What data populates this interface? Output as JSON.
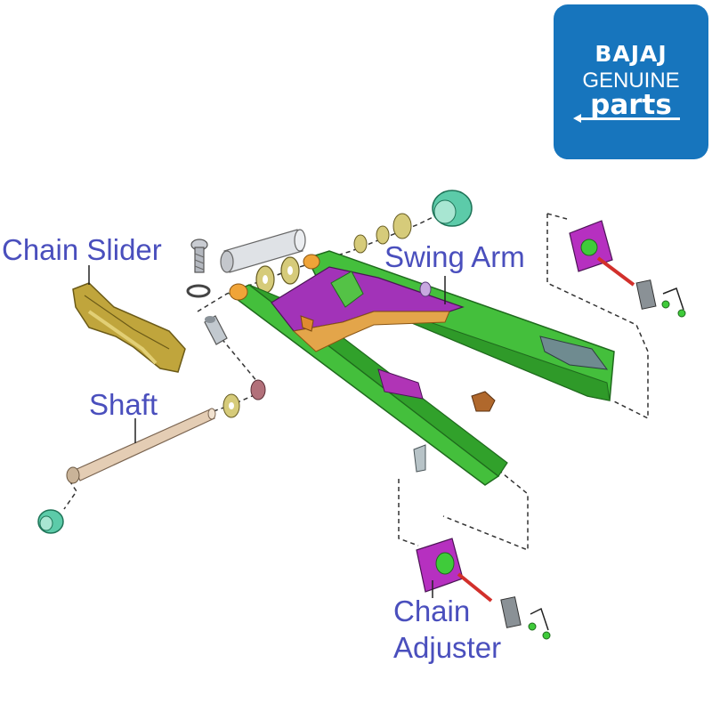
{
  "logo": {
    "brand": "BAJAJ",
    "line2": "GENUINE",
    "line3": "parts",
    "background": "#1775bd"
  },
  "labels": {
    "chain_slider": "Chain Slider",
    "swing_arm": "Swing Arm",
    "shaft": "Shaft",
    "chain_adjuster_line1": "Chain",
    "chain_adjuster_line2": "Adjuster"
  },
  "colors": {
    "label_text": "#4a4fbd",
    "swing_arm_body": "#3fb83a",
    "swing_arm_plate": "#9b2fb0",
    "bushing": "#e8a030",
    "chain_slider": "#bda23a",
    "shaft": "#e0c9b0",
    "cap": "#52c7a8"
  },
  "icons": {
    "bolt": "bolt-icon",
    "washer": "washer-icon",
    "cap": "cap-icon"
  }
}
